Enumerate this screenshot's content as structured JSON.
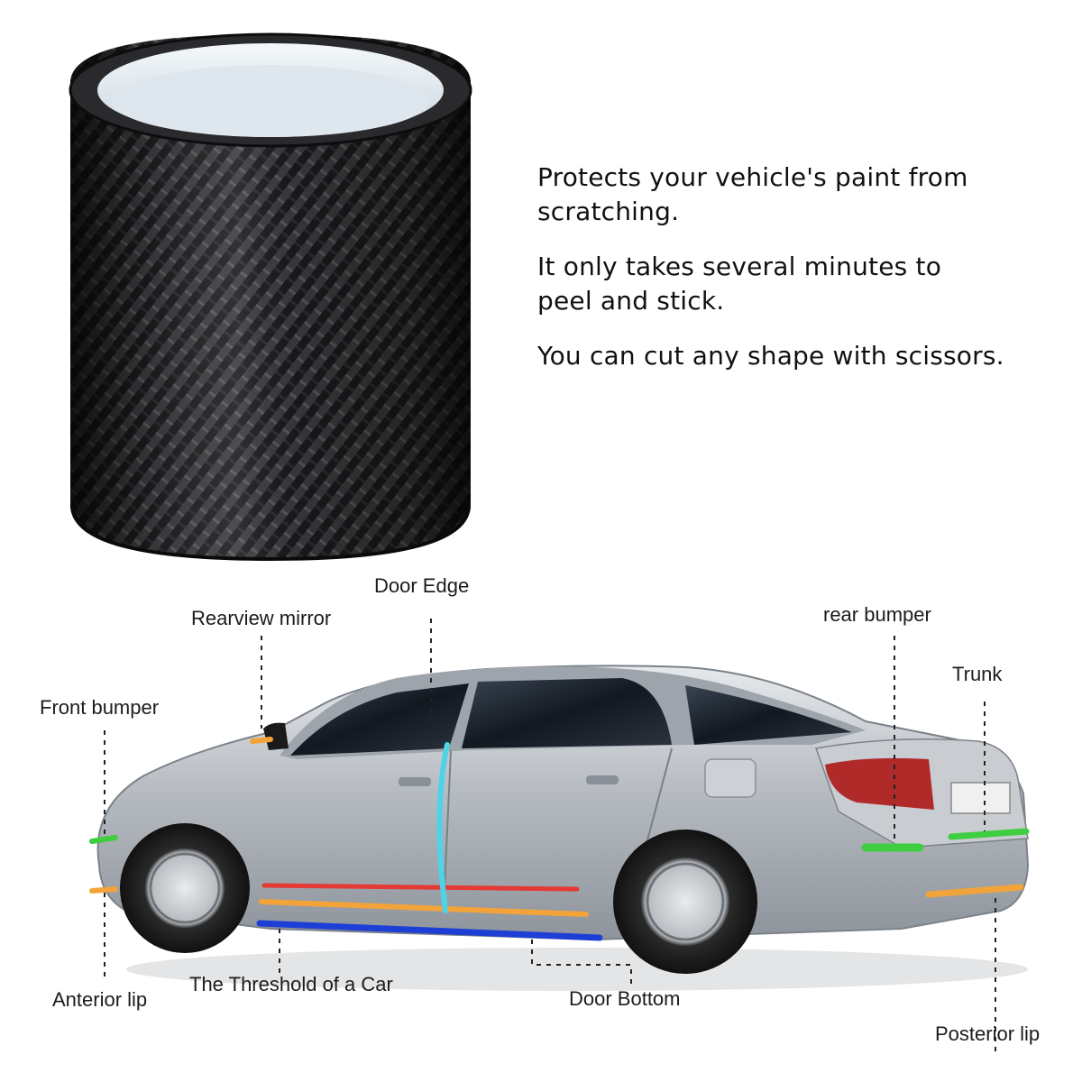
{
  "features": [
    {
      "text": "Protects your vehicle's paint from\nscratching."
    },
    {
      "text": "It only takes several minutes to\npeel and stick."
    },
    {
      "text": "You can cut any shape with scissors."
    }
  ],
  "diagram": {
    "labels": {
      "door_edge": "Door Edge",
      "rearview_mirror": "Rearview mirror",
      "rear_bumper": "rear bumper",
      "trunk": "Trunk",
      "front_bumper": "Front bumper",
      "anterior_lip": "Anterior lip",
      "threshold": "The Threshold of a Car",
      "door_bottom": "Door Bottom",
      "posterior_lip": "Posterior lip"
    }
  },
  "colors": {
    "tape_carbon": "#1b1b1d",
    "car_silver": "#b9bec4",
    "strip_red": "#e53935",
    "strip_orange": "#f2a33a",
    "strip_blue": "#1e3fd6",
    "strip_green": "#3fce3f",
    "strip_cyan": "#4fd3e6"
  }
}
